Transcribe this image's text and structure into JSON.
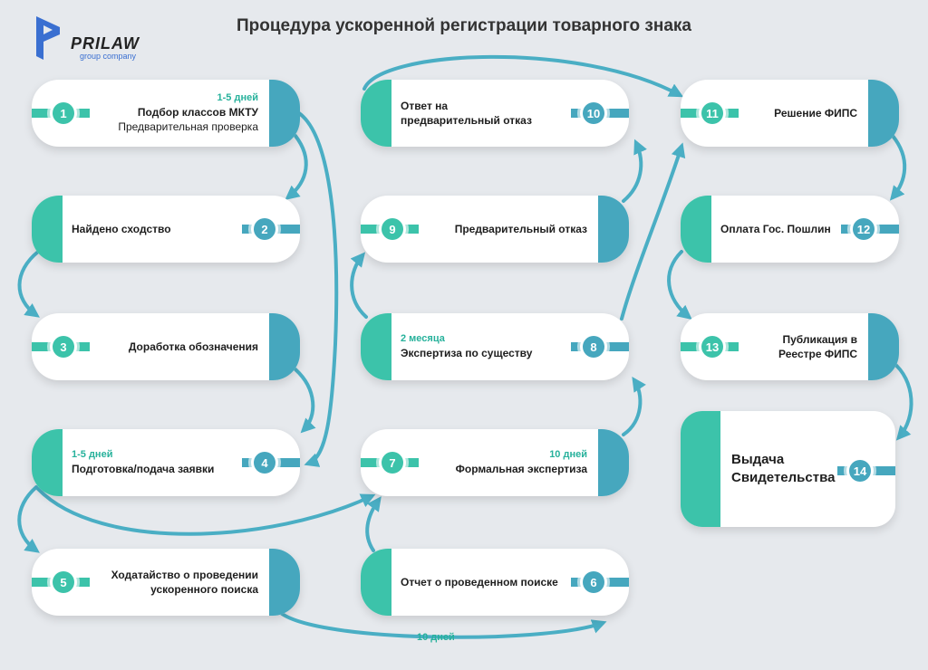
{
  "title": "Процедура ускоренной регистрации товарного знака",
  "logo": {
    "word": "PRILAW",
    "sub": "group company"
  },
  "colors": {
    "teal": "#3cc3aa",
    "blue": "#46a7be",
    "background": "#e6e9ed"
  },
  "steps": [
    {
      "num": "1",
      "duration": "1-5 дней",
      "name": "Подбор классов МКТУ",
      "extra": "Предварительная проверка"
    },
    {
      "num": "2",
      "name": "Найдено сходство"
    },
    {
      "num": "3",
      "name": "Доработка обозначения"
    },
    {
      "num": "4",
      "duration": "1-5 дней",
      "name": "Подготовка/подача заявки"
    },
    {
      "num": "5",
      "name": "Ходатайство о проведении ускоренного поиска"
    },
    {
      "num": "6",
      "name": "Отчет о проведенном поиске"
    },
    {
      "num": "7",
      "duration": "10 дней",
      "name": "Формальная экспертиза"
    },
    {
      "num": "8",
      "duration": "2 месяца",
      "name": "Экспертиза по существу"
    },
    {
      "num": "9",
      "name": "Предварительный отказ"
    },
    {
      "num": "10",
      "name": "Ответ на предварительный отказ"
    },
    {
      "num": "11",
      "name": "Решение ФИПС"
    },
    {
      "num": "12",
      "name": "Оплата Гос. Пошлин"
    },
    {
      "num": "13",
      "name": "Публикация в Реестре ФИПС"
    },
    {
      "num": "14",
      "name": "Выдача Свидетельства"
    }
  ],
  "arrow_label": "10 дней"
}
